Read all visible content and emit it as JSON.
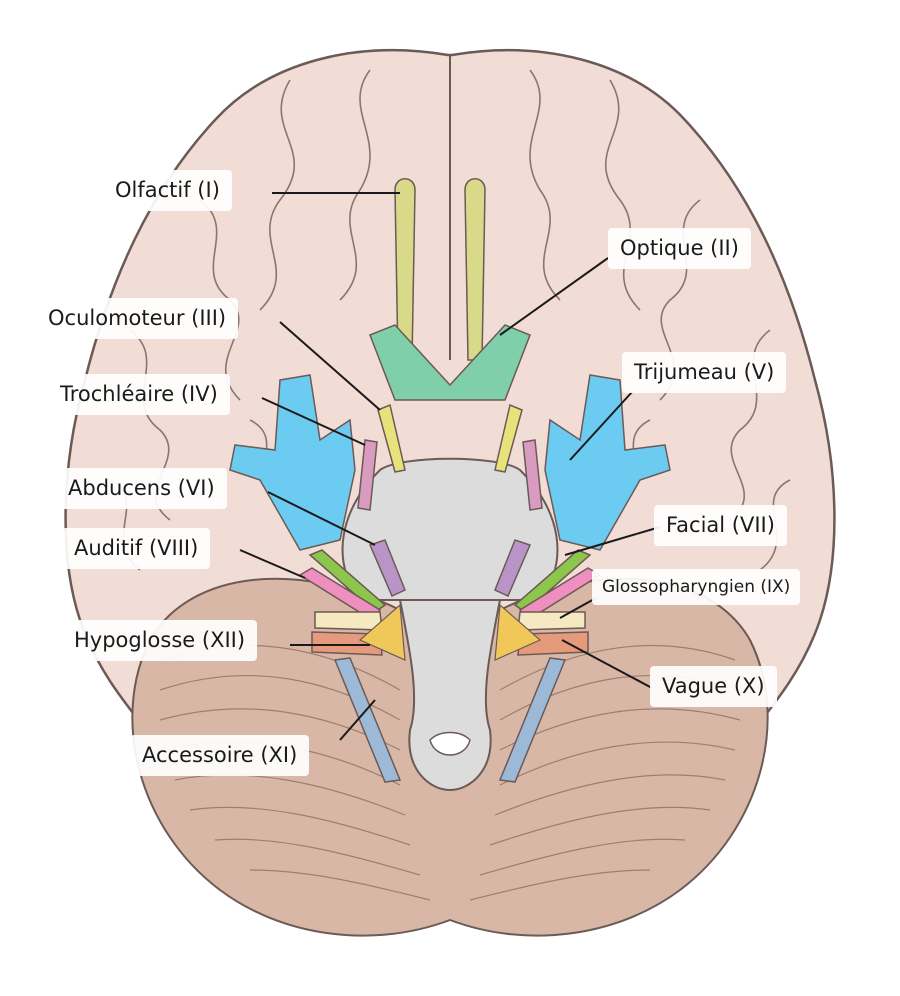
{
  "labels": {
    "olfactif": "Olfactif (I)",
    "optique": "Optique (II)",
    "oculomoteur": "Oculomoteur (III)",
    "trochleaire": "Trochléaire (IV)",
    "trijumeau": "Trijumeau (V)",
    "abducens": "Abducens (VI)",
    "facial": "Facial (VII)",
    "auditif": "Auditif (VIII)",
    "glosso": "Glossopharyngien (IX)",
    "hypoglosse": "Hypoglosse (XII)",
    "vague": "Vague (X)",
    "accessoire": "Accessoire (XI)"
  },
  "colors": {
    "cortex": "#f2dcd6",
    "cortex_outline": "#6b5a55",
    "cerebellum": "#d9b7a6",
    "brainstem": "#dcdcdc",
    "olfactory": "#d9d98a",
    "optic": "#7fcfab",
    "oculomotor": "#e8e27a",
    "trochlear": "#d99bc0",
    "trigeminal": "#6ccbf0",
    "abducens": "#b895c6",
    "facial": "#8cc64a",
    "auditory": "#ee8fbf",
    "glossopharyngeal": "#f4e9c0",
    "vagus": "#e69a7c",
    "accessory": "#9db9d8",
    "hypoglossal": "#f0c85a"
  }
}
